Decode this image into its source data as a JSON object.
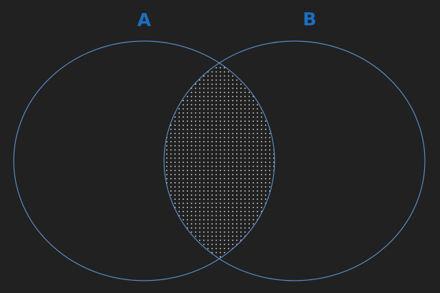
{
  "diagram": {
    "type": "venn",
    "sets": [
      {
        "id": "A",
        "label": "A"
      },
      {
        "id": "B",
        "label": "B"
      }
    ],
    "highlighted_region": "A∩B",
    "highlight_pattern": "dots",
    "colors": {
      "background": "#212121",
      "outline": "#5b8fc7",
      "label": "#1a6fc0",
      "dots": "#ffffff"
    }
  }
}
